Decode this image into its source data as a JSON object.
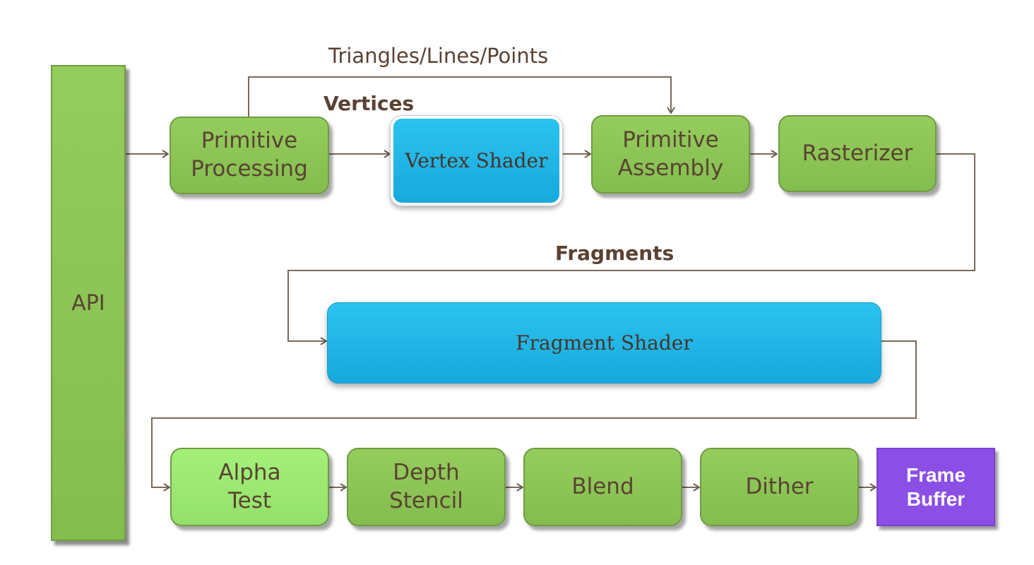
{
  "diagram": {
    "nodes": {
      "api": "API",
      "primitive_processing": "Primitive\nProcessing",
      "vertex_shader": "Vertex Shader",
      "primitive_assembly": "Primitive\nAssembly",
      "rasterizer": "Rasterizer",
      "fragment_shader": "Fragment Shader",
      "alpha_test": "Alpha\nTest",
      "depth_stencil": "Depth\nStencil",
      "blend": "Blend",
      "dither": "Dither",
      "frame_buffer": "Frame\nBuffer"
    },
    "labels": {
      "triangles": "Triangles/Lines/Points",
      "vertices": "Vertices",
      "fragments": "Fragments"
    },
    "colors": {
      "stage_green": "#8dc657",
      "stage_light_green": "#9ae872",
      "shader_blue": "#1fb5e6",
      "frame_buffer_purple": "#8b4fe6",
      "connector": "#7a6a5a",
      "text": "#5a4232"
    }
  }
}
